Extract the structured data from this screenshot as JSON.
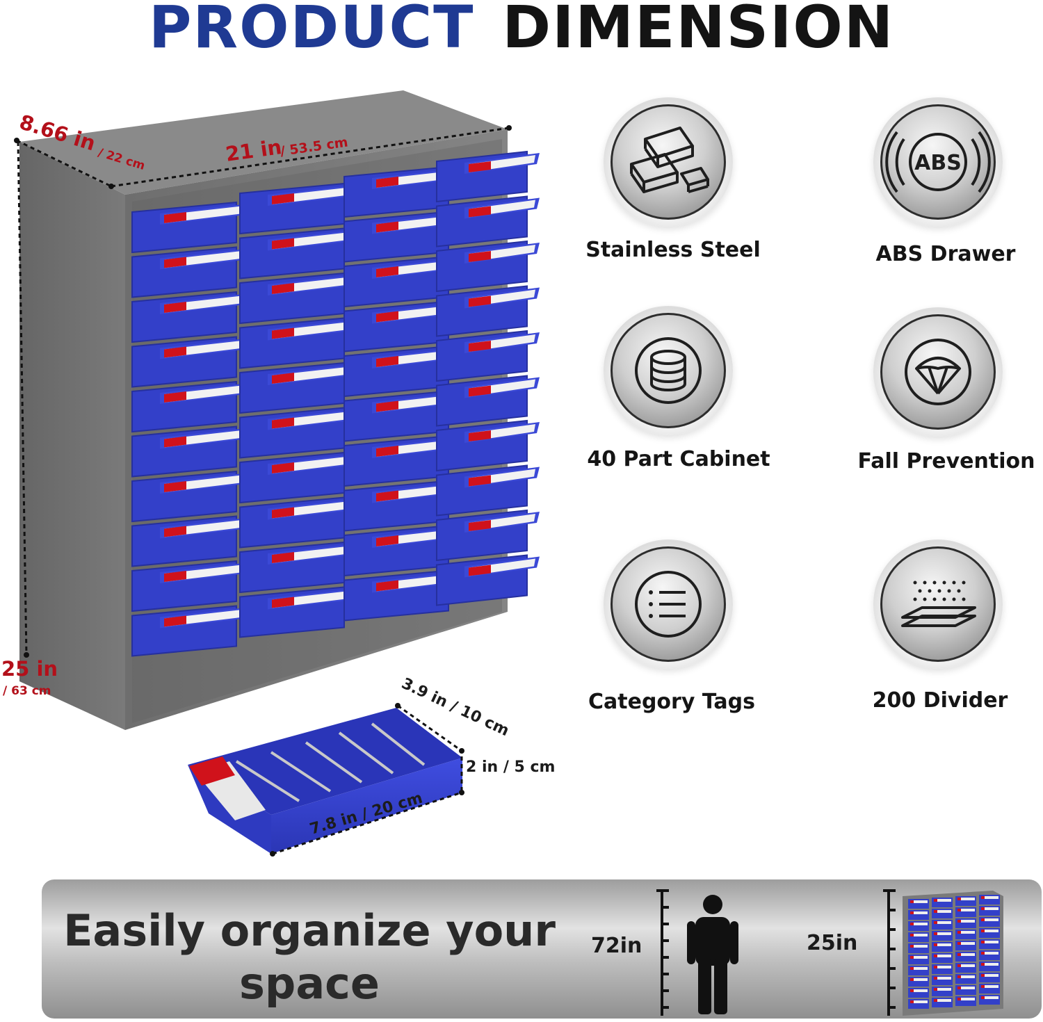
{
  "title": {
    "word1": "PRODUCT",
    "word2": "DIMENSION"
  },
  "dimensions": {
    "depth_in": "8.66 in",
    "depth_cm": "/ 22 cm",
    "width_in": "21 in",
    "width_cm": "/ 53.5 cm",
    "height_in": "25 in",
    "height_cm": "/ 63 cm",
    "drawer_depth": "3.9 in / 10 cm",
    "drawer_height": "2 in / 5 cm",
    "drawer_length": "7.8 in / 20 cm"
  },
  "features": [
    {
      "label": "Stainless Steel",
      "icon": "steel-bars-icon"
    },
    {
      "label": "ABS Drawer",
      "icon": "abs-icon"
    },
    {
      "label": "40 Part Cabinet",
      "icon": "database-stack-icon"
    },
    {
      "label": "Fall Prevention",
      "icon": "parachute-icon"
    },
    {
      "label": "Category Tags",
      "icon": "list-icon"
    },
    {
      "label": "200 Divider",
      "icon": "layers-icon"
    }
  ],
  "abs_text": "ABS",
  "banner": {
    "slogan": "Easily organize your space",
    "person_height": "72in",
    "cabinet_height": "25in"
  },
  "colors": {
    "title_blue": "#1f3a93",
    "drawer_blue": "#3340c9",
    "label_red": "#d0121b",
    "dimension_red": "#b3101a",
    "cabinet_gray": "#7b7b7b"
  }
}
